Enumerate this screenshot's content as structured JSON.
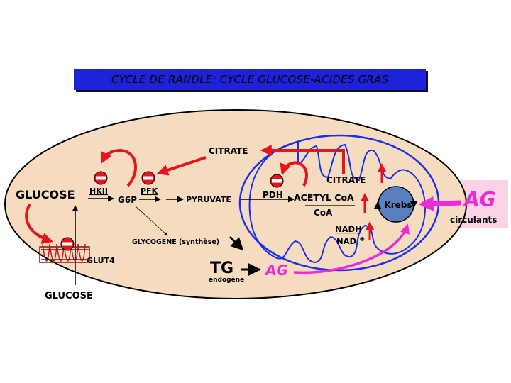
{
  "title": "CYCLE DE RANDLE: CYCLE GLUCOSE-ACIDES GRAS",
  "labels": {
    "glucose_in": "GLUCOSE",
    "glucose_out": "GLUCOSE",
    "glut4": "GLUT4",
    "hkii": "HKII",
    "g6p": "G6P",
    "pfk": "PFK",
    "pyruvate": "PYRUVATE",
    "glycogene": "GLYCOGÈNE (synthèse)",
    "citrate_cyto": "CITRATE",
    "citrate_mito": "CITRATE",
    "pdh": "PDH",
    "acetyl_coa": "ACETYL CoA",
    "coa": "CoA",
    "nadh": "NADH",
    "nad": "NAD",
    "nad_plus": "+",
    "krebs": "Krebs",
    "tg": "TG",
    "endogene": "endogène",
    "ag_internal": "AG",
    "ag_external": "AG",
    "circulants": "circulants"
  },
  "colors": {
    "title_bg": "#1e22d8",
    "cell_fill": "#f5dcc0",
    "mito_stroke": "#1a2fe6",
    "inhibit_red": "#e8141c",
    "fa_magenta": "#ee2ad8",
    "krebs_fill": "#5a7fc0",
    "ag_box_bg": "#fbd3e6"
  }
}
